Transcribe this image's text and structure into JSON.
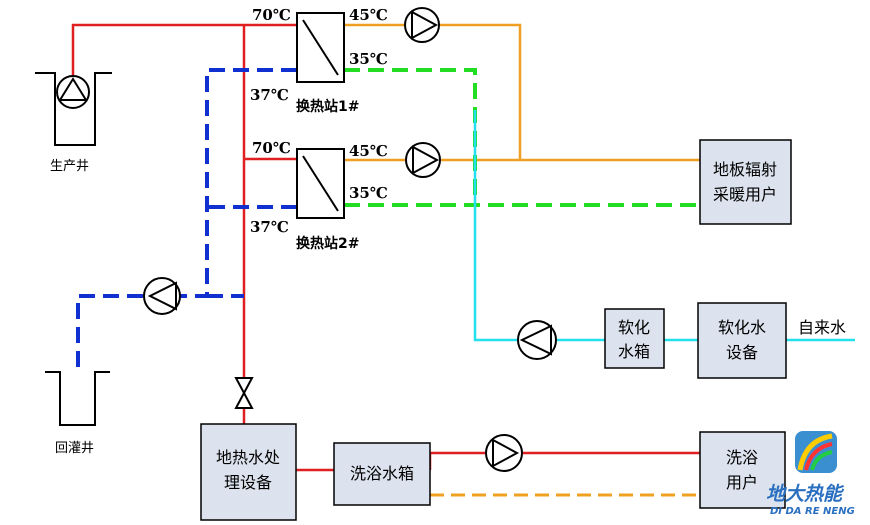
{
  "colors": {
    "hot": "#e02020",
    "return": "#1030d0",
    "supply": "#f0a020",
    "back": "#22dd22",
    "soft": "#22e0ee",
    "box_fill": "#dde3ee"
  },
  "labels": {
    "production_well": "生产井",
    "reinjection_well": "回灌井",
    "station1": "换热站1#",
    "station2": "换热站2#",
    "temp_70_top": "70℃",
    "temp_45_top": "45℃",
    "temp_35_top": "35℃",
    "temp_37_top": "37℃",
    "temp_70_mid": "70℃",
    "temp_45_mid": "45℃",
    "temp_35_mid": "35℃",
    "temp_37_mid": "37℃",
    "tap_water": "自来水"
  },
  "boxes": {
    "floor_heating": [
      "地板辐射",
      "采暖用户"
    ],
    "soft_tank": [
      "软化",
      "水箱"
    ],
    "soft_equipment": [
      "软化水",
      "设备"
    ],
    "geo_treatment": [
      "地热水处",
      "理设备"
    ],
    "bath_tank": [
      "洗浴水箱"
    ],
    "bath_user": [
      "洗浴",
      "用户"
    ]
  },
  "logo": {
    "text_cn": "地大热能",
    "text_en": "DI DA RE NENG"
  }
}
